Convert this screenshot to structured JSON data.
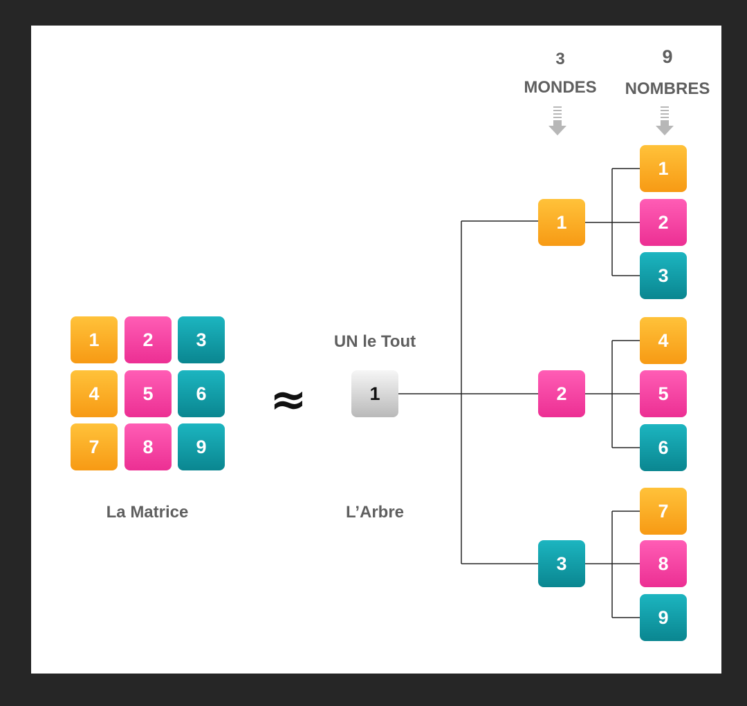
{
  "matrix": {
    "label": "La Matrice",
    "tiles": [
      "1",
      "2",
      "3",
      "4",
      "5",
      "6",
      "7",
      "8",
      "9"
    ]
  },
  "approx_symbol": "≈",
  "tree": {
    "root_caption": "UN le Tout",
    "root": "1",
    "label": "L’Arbre",
    "worlds": [
      "1",
      "2",
      "3"
    ],
    "numbers": [
      "1",
      "2",
      "3",
      "4",
      "5",
      "6",
      "7",
      "8",
      "9"
    ]
  },
  "headers": {
    "worlds_count": "3",
    "worlds_label": "MONDES",
    "numbers_count": "9",
    "numbers_label": "NOMBRES"
  },
  "colors": {
    "orange": "#f79a14",
    "pink": "#ec2f93",
    "teal": "#0a8690",
    "background": "#262626"
  }
}
